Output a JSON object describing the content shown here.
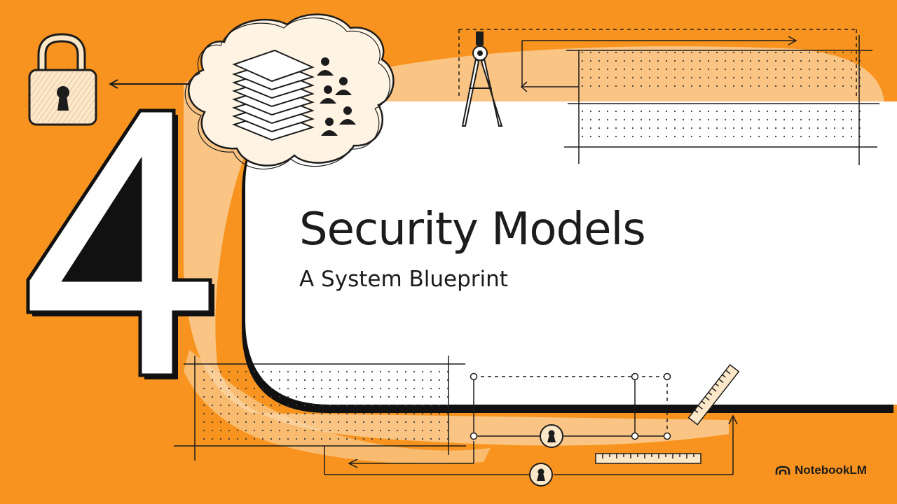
{
  "slide": {
    "number": "4",
    "title": "Security Models",
    "subtitle": "A System Blueprint"
  },
  "brand": {
    "name": "NotebookLM",
    "icon": "notebooklm-logo-icon"
  },
  "illustrations": {
    "top_left": [
      "padlock-icon",
      "double-arrow-icon",
      "cloud-icon",
      "stacked-layers-icon",
      "users-icon"
    ],
    "top_right": [
      "drafting-compass-icon",
      "arrow-right-icon",
      "arrow-down-left-icon",
      "dotted-grid"
    ],
    "bottom": [
      "dotted-grid",
      "keyhole-icon",
      "ruler-icon",
      "arrow-left-icon",
      "arrow-up-icon"
    ]
  },
  "colors": {
    "background": "#F7931E",
    "panel": "#FFFFFF",
    "ink": "#1C1C1C",
    "scribble": "#FCE7C8"
  }
}
